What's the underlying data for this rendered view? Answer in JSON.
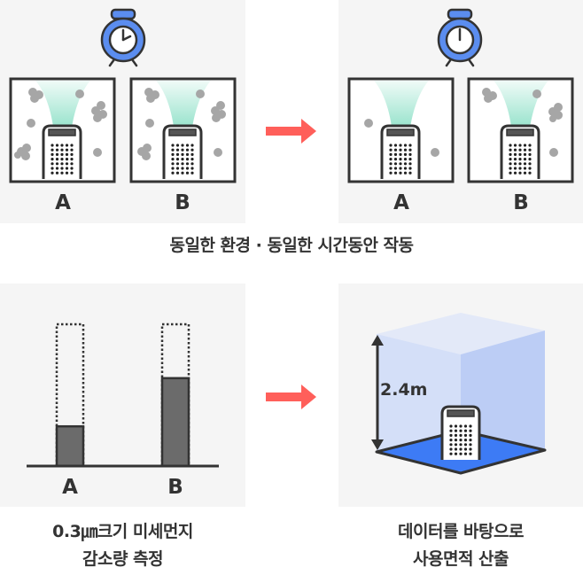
{
  "top_section": {
    "before_panel": {
      "timer": {
        "icon": "alarm-clock-icon",
        "hand_position": "early"
      },
      "rooms": [
        {
          "label": "A",
          "dust_particles": 6
        },
        {
          "label": "B",
          "dust_particles": 6
        }
      ]
    },
    "after_panel": {
      "timer": {
        "icon": "alarm-clock-icon",
        "hand_position": "later"
      },
      "rooms": [
        {
          "label": "A",
          "dust_particles": 2
        },
        {
          "label": "B",
          "dust_particles": 4
        }
      ]
    },
    "arrow_icon": "right-arrow-icon",
    "caption": "동일한 환경 · 동일한 시간동안 작동"
  },
  "bottom_section": {
    "measure_panel": {
      "bars": [
        {
          "label": "A",
          "reduction_fraction": 0.28
        },
        {
          "label": "B",
          "reduction_fraction": 0.62
        }
      ],
      "caption_line1": "0.3㎛크기 미세먼지",
      "caption_line2": "감소량 측정"
    },
    "arrow_icon": "right-arrow-icon",
    "room_panel": {
      "height_label": "2.4m",
      "caption_line1": "데이터를 바탕으로",
      "caption_line2": "사용면적 산출"
    }
  },
  "colors": {
    "panel_bg": "#f5f5f5",
    "outline": "#333333",
    "clock_blue": "#5b8def",
    "airflow_mint": "#7fdcc0",
    "dust_gray": "#a6a6a6",
    "arrow_red": "#ff5f5a",
    "bar_fill": "#6b6b6b",
    "cube_light": "#dfe6f8",
    "cube_side": "#bccdf5",
    "floor_blue": "#3d7bf5"
  }
}
